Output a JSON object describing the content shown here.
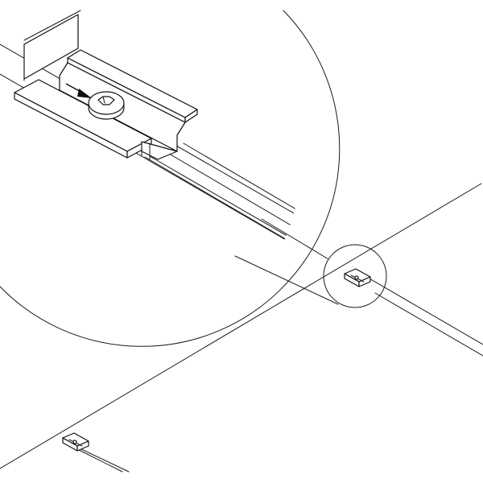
{
  "figure": {
    "type": "technical-line-drawing",
    "view": "isometric",
    "subject": "panel-edge-clamp-with-hex-socket-bolt",
    "line_color": "#1a1a1a",
    "background_color": "#ffffff",
    "detail_callout": "magnified-circle-view",
    "clamp_count_in_main_view": 2,
    "labels": []
  }
}
